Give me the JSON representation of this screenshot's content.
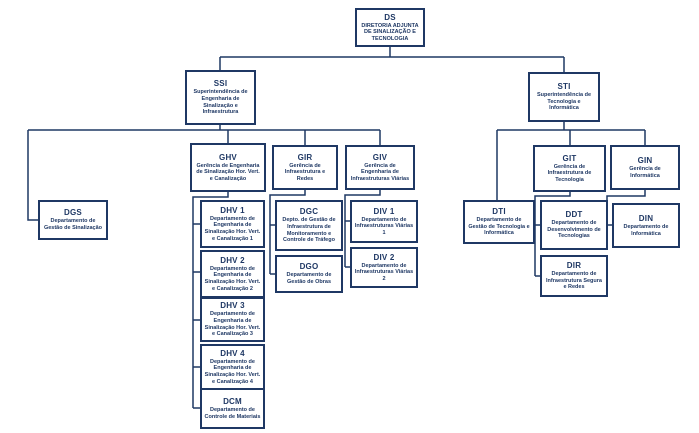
{
  "colors": {
    "box_border": "#1f3864",
    "text": "#1f3864",
    "line": "#1f3864",
    "background": "#ffffff"
  },
  "nodes": {
    "ds": {
      "code": "DS",
      "label": "DIRETORIA ADJUNTA DE SINALIZAÇÃO E TECNOLOGIA",
      "parent": null
    },
    "ssi": {
      "code": "SSI",
      "label": "Superintendência de Engenharia de Sinalização e Infraestrutura",
      "parent": "DS"
    },
    "sti": {
      "code": "STI",
      "label": "Superintendência de Tecnologia e Informática",
      "parent": "DS"
    },
    "dgs": {
      "code": "DGS",
      "label": "Departamento de Gestão de Sinalização",
      "parent": "SSI"
    },
    "ghv": {
      "code": "GHV",
      "label": "Gerência de Engenharia de Sinalização Hor. Vert. e Canalização",
      "parent": "SSI"
    },
    "gir": {
      "code": "GIR",
      "label": "Gerência de Infraestrutura e Redes",
      "parent": "SSI"
    },
    "giv": {
      "code": "GIV",
      "label": "Gerência de Engenharia de Infraestruturas Viárias",
      "parent": "SSI"
    },
    "dhv1": {
      "code": "DHV 1",
      "label": "Departamento de Engenharia de Sinalização Hor. Vert. e Canalização 1",
      "parent": "GHV"
    },
    "dhv2": {
      "code": "DHV 2",
      "label": "Departamento de Engenharia de Sinalização Hor. Vert. e Canalização 2",
      "parent": "GHV"
    },
    "dhv3": {
      "code": "DHV 3",
      "label": "Departamento de Engenharia de Sinalização Hor. Vert. e Canalização 3",
      "parent": "GHV"
    },
    "dhv4": {
      "code": "DHV 4",
      "label": "Departamento de Engenharia de Sinalização Hor. Vert. e Canalização 4",
      "parent": "GHV"
    },
    "dcm": {
      "code": "DCM",
      "label": "Departamento de Controle de Materiais",
      "parent": "GHV"
    },
    "dgc": {
      "code": "DGC",
      "label": "Depto. de Gestão de Infraestrutura de Monitoramento e Controle de Tráfego",
      "parent": "GIR"
    },
    "dgo": {
      "code": "DGO",
      "label": "Departamento de Gestão de Obras",
      "parent": "GIR"
    },
    "div1": {
      "code": "DIV 1",
      "label": "Departamento de Infraestruturas Viárias 1",
      "parent": "GIV"
    },
    "div2": {
      "code": "DIV 2",
      "label": "Departamento de Infraestruturas Viárias 2",
      "parent": "GIV"
    },
    "dti": {
      "code": "DTI",
      "label": "Departamento de Gestão de Tecnologia e Informática",
      "parent": "STI"
    },
    "git": {
      "code": "GIT",
      "label": "Gerência de Infraestrutura de Tecnologia",
      "parent": "STI"
    },
    "gin": {
      "code": "GIN",
      "label": "Gerência de Informática",
      "parent": "STI"
    },
    "ddt": {
      "code": "DDT",
      "label": "Departamento de Desenvolvimento de Tecnologias",
      "parent": "GIT"
    },
    "dir": {
      "code": "DIR",
      "label": "Departamento de Infraestrutura Segura e Redes",
      "parent": "GIT"
    },
    "din": {
      "code": "DIN",
      "label": "Departamento de Informática",
      "parent": "GIN"
    }
  }
}
